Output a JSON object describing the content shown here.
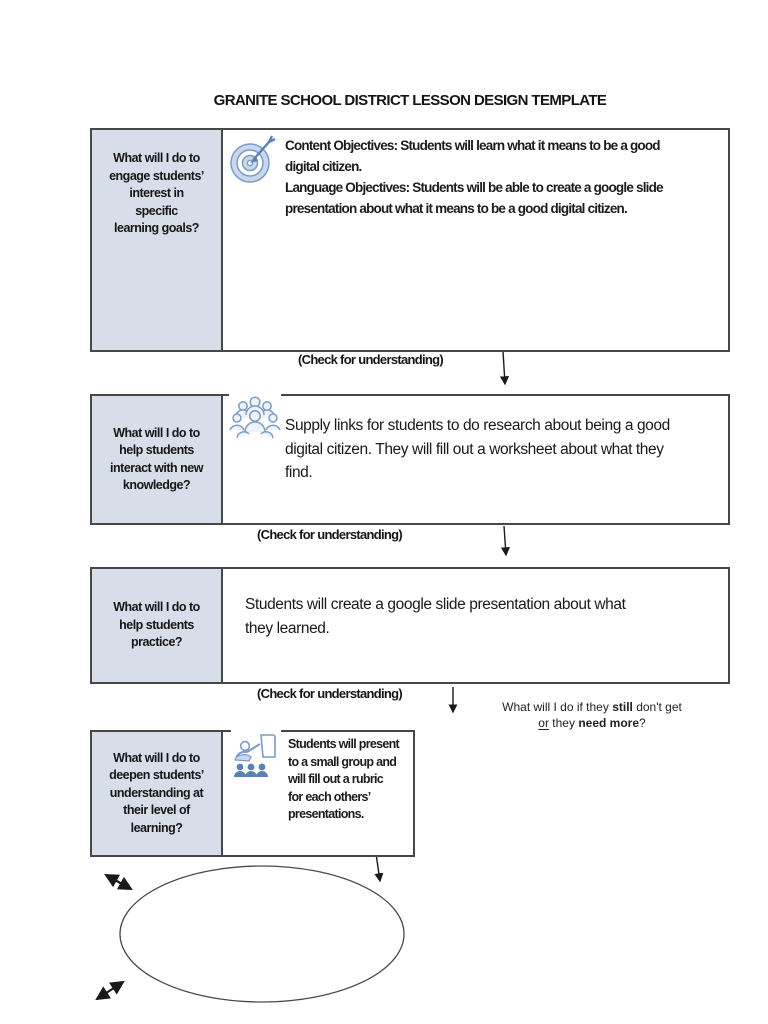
{
  "title": "GRANITE SCHOOL DISTRICT LESSON DESIGN TEMPLATE",
  "check_label": "(Check for understanding)",
  "sections": [
    {
      "question": "What will I do to\nengage students’\ninterest in\nspecific\nlearning goals?",
      "icon": "target-icon",
      "content": "Content Objectives: Students will learn what it means to be a good\ndigital citizen.\nLanguage Objectives: Students will be able to create a google slide\npresentation about what it means to be a good digital citizen."
    },
    {
      "question": "What will I do to\nhelp students\ninteract with new\nknowledge?",
      "icon": "group-of-people-icon",
      "content": "Supply links for students to do research about being a good\ndigital citizen. They will fill out a worksheet about what they\nfind."
    },
    {
      "question": "What will I do to\nhelp students\npractice?",
      "icon": null,
      "content": "Students will create a google slide presentation about what\nthey learned."
    },
    {
      "question": "What will I do to\ndeepen students’\nunderstanding at\ntheir level of\nlearning?",
      "icon": "presenter-with-audience-icon",
      "content": "Students will present\nto a small group and\nwill fill out a rubric\nfor each others’\npresentations."
    }
  ],
  "note": {
    "t1": "What will I do if they ",
    "b1": "still",
    "t2": " don't get",
    "u1": "or",
    "t3": " they ",
    "b2": "need more",
    "t4": "?"
  },
  "colors": {
    "sidebar_fill": "#d7dde9",
    "box_border": "#474747",
    "icon_blue": "#7b9cc7",
    "icon_blue_dark": "#5b82b3",
    "icon_fill_light": "#c9d8ec",
    "text": "#1c1c1c"
  }
}
